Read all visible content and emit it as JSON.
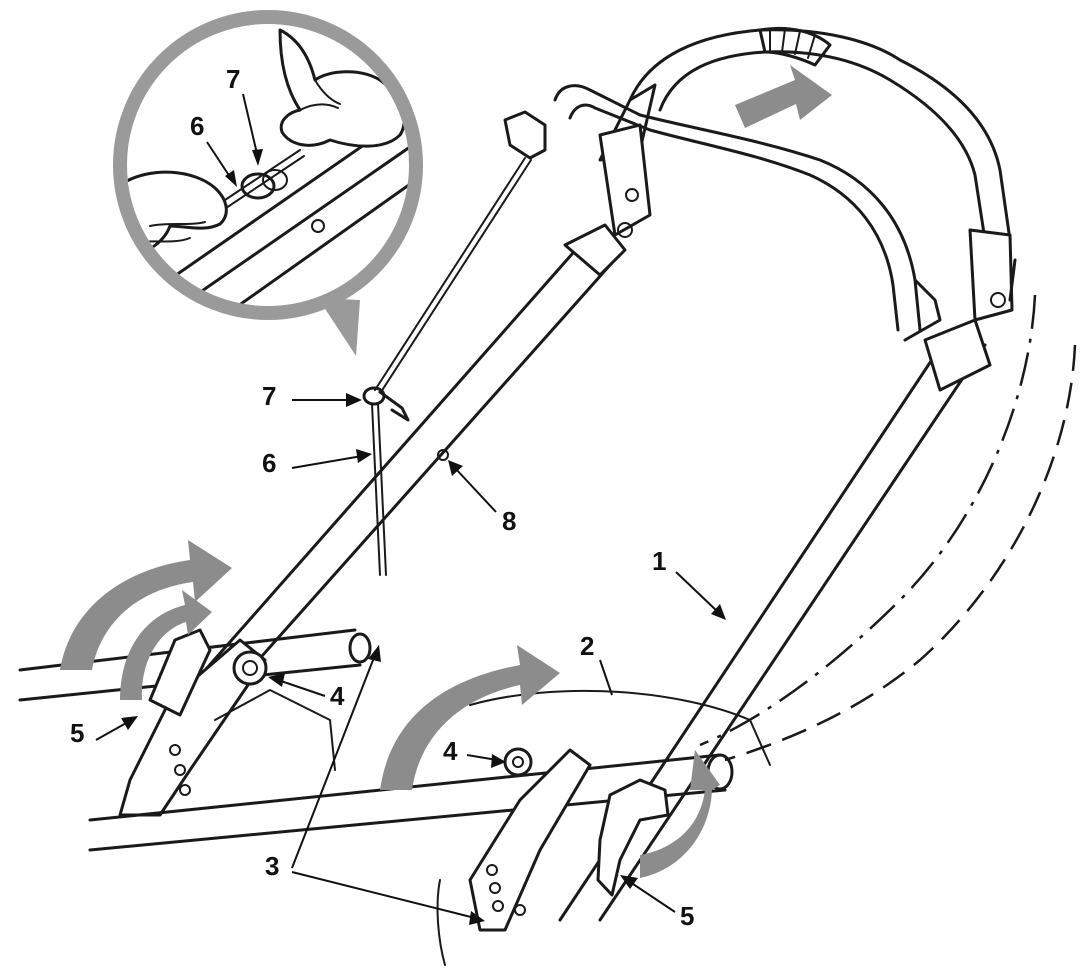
{
  "labels": {
    "frame_top_handle": "1",
    "grass_bag_outline": "2",
    "height_holes": "3",
    "knob_left": "4",
    "knob_right": "4",
    "lever_left": "5",
    "lever_right": "5",
    "cable_lower": "6",
    "cable_loop_lower": "7",
    "clip_hole": "8",
    "inset_cable": "6",
    "inset_loop": "7"
  },
  "colors": {
    "line": "#1a1a1a",
    "motion_arrow": "#8c8c8c",
    "inset_ring": "#9a9a9a"
  },
  "icons": [
    "rotation-arrow-icon",
    "push-arrow-icon",
    "magnifier-inset-icon"
  ]
}
